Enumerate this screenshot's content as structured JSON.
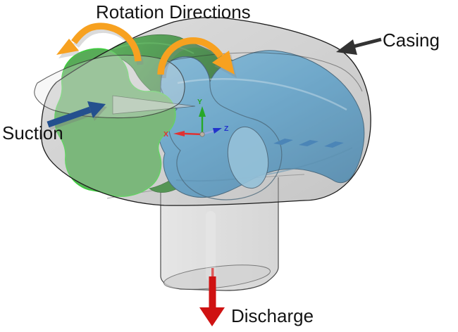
{
  "title": "Rotation Directions",
  "labels": {
    "casing": "Casing",
    "suction": "Suction",
    "discharge": "Discharge"
  },
  "axis_triad": {
    "x_label": "X",
    "y_label": "Y",
    "z_label": "Z"
  },
  "colors": {
    "background": "#ffffff",
    "text": "#141414",
    "casing_gray": "#cbcbcb",
    "rotor_green_face": "#58ab58",
    "rotor_green_edge": "#3ecb3e",
    "rotor_green_dark": "#1f8a1f",
    "rotor_blue": "#4a99c7",
    "rotor_blue_light": "#7cb9da",
    "rotor_blue_chevron": "#1566ab",
    "rotation_arrow_orange": "#f7a120",
    "suction_arrow_blue": "#24508e",
    "casing_arrow_black": "#333333",
    "discharge_arrow_red": "#cf1212",
    "axis_x_red": "#e03232",
    "axis_y_green": "#27a827",
    "axis_z_blue": "#2233cc"
  }
}
